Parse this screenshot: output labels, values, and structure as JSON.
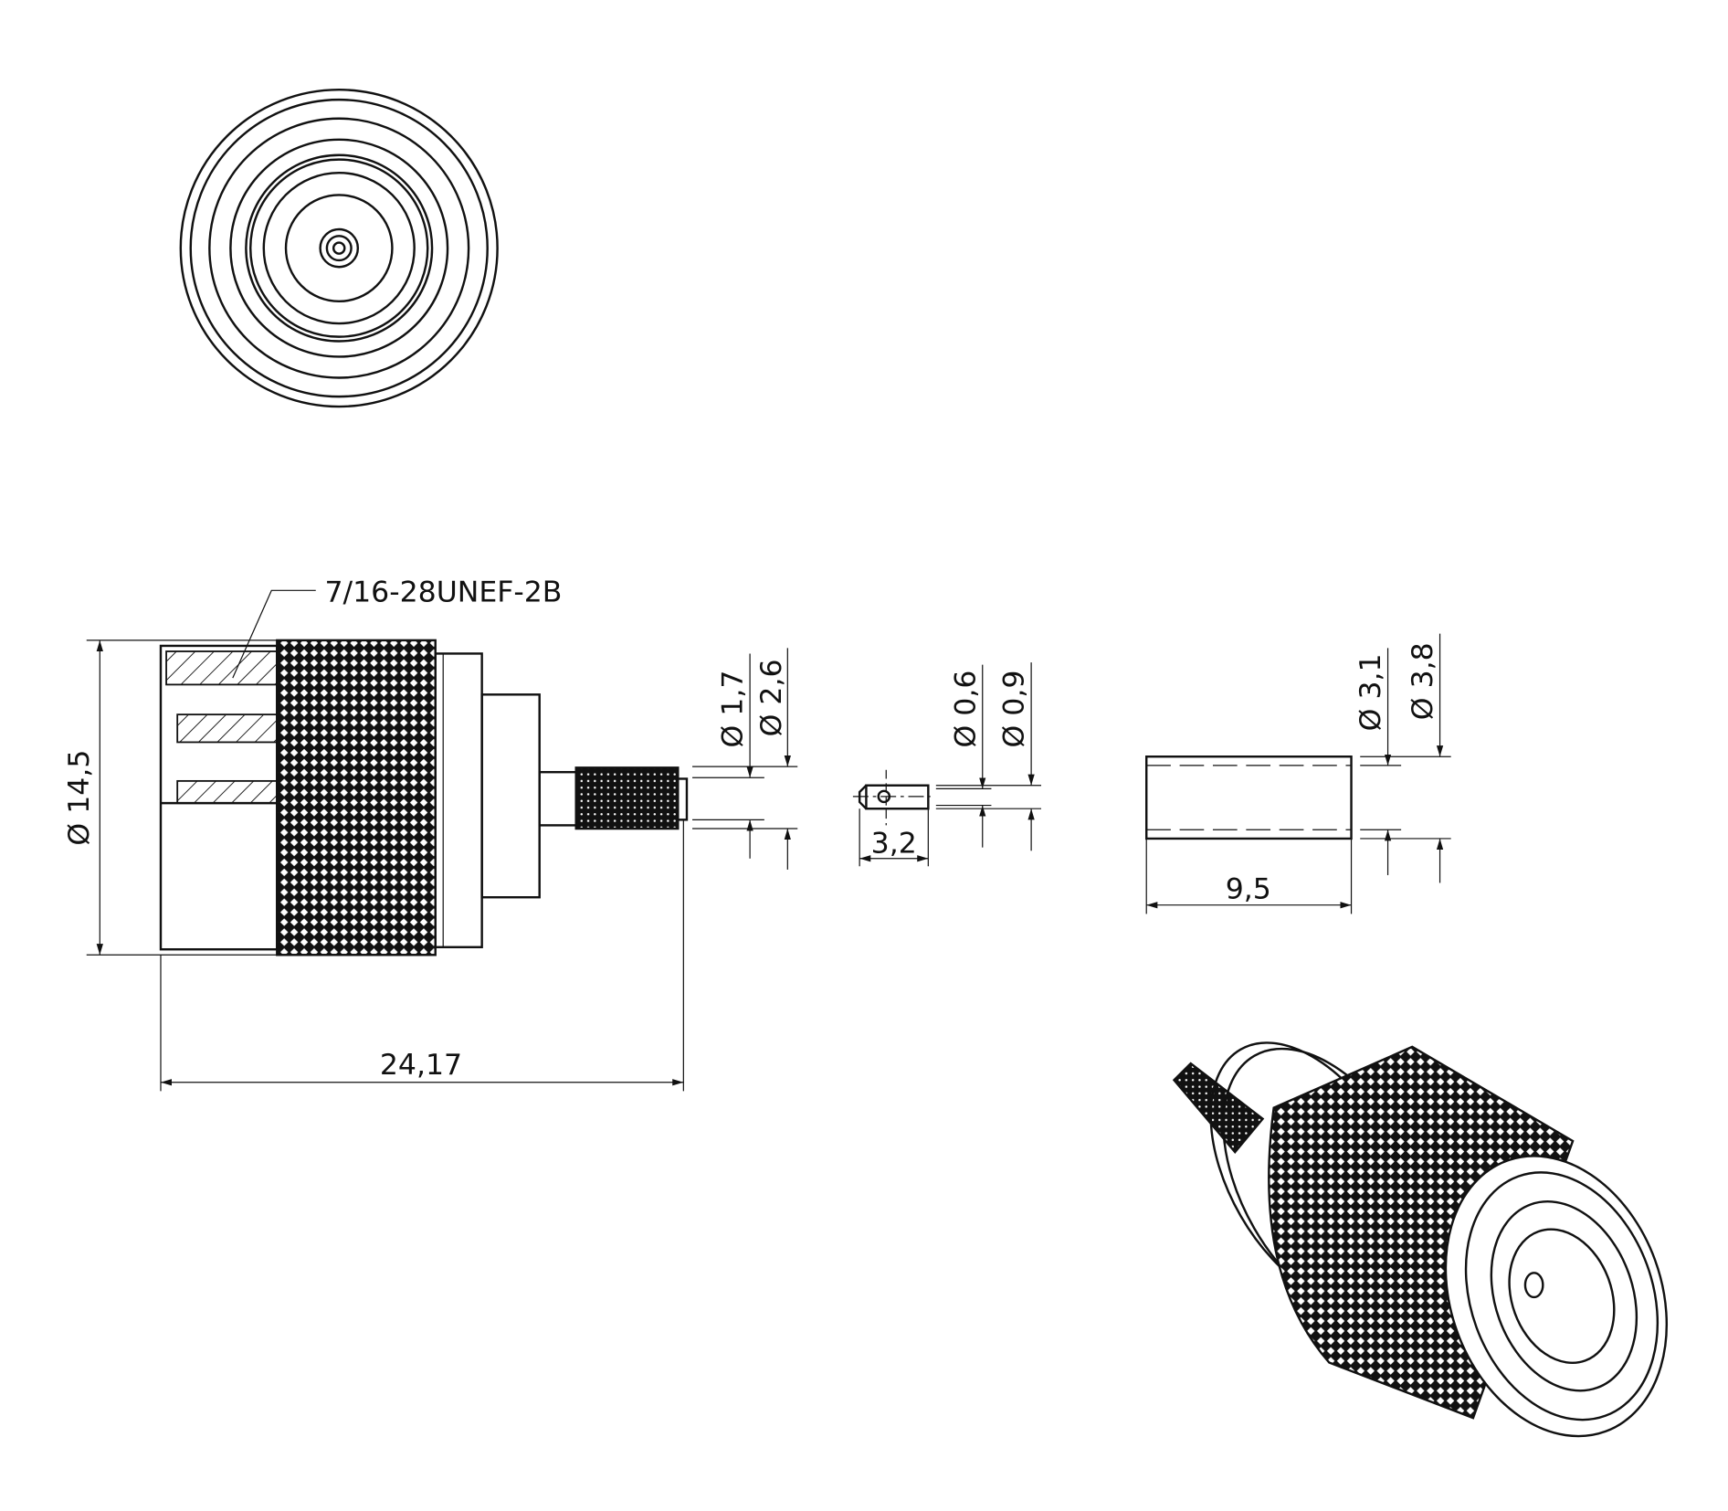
{
  "drawing": {
    "thread_label": "7/16-28UNEF-2B",
    "dimensions": {
      "body_diameter": "Ø 14,5",
      "overall_length": "24,17",
      "crimp_inner_diameter": "Ø 1,7",
      "crimp_outer_diameter": "Ø 2,6",
      "pin_length": "3,2",
      "pin_inner_diameter": "Ø 0,6",
      "pin_outer_diameter": "Ø 0,9",
      "ferrule_length": "9,5",
      "ferrule_inner_diameter": "Ø 3,1",
      "ferrule_outer_diameter": "Ø 3,8"
    }
  }
}
